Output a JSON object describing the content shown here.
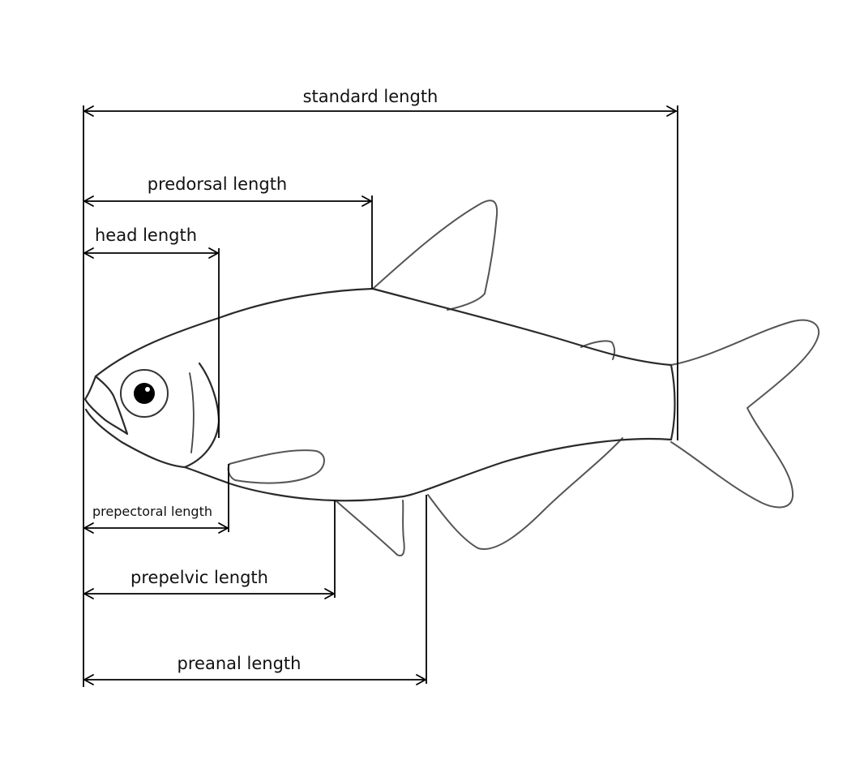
{
  "measurements": {
    "standard": "standard length",
    "predorsal": "predorsal length",
    "head": "head length",
    "prepectoral": "prepectoral length",
    "prepelvic": "prepelvic length",
    "preanal": "preanal length"
  },
  "colors": {
    "lines": "#000000",
    "fish_outline": "#2a2a2a",
    "background": "#ffffff"
  }
}
